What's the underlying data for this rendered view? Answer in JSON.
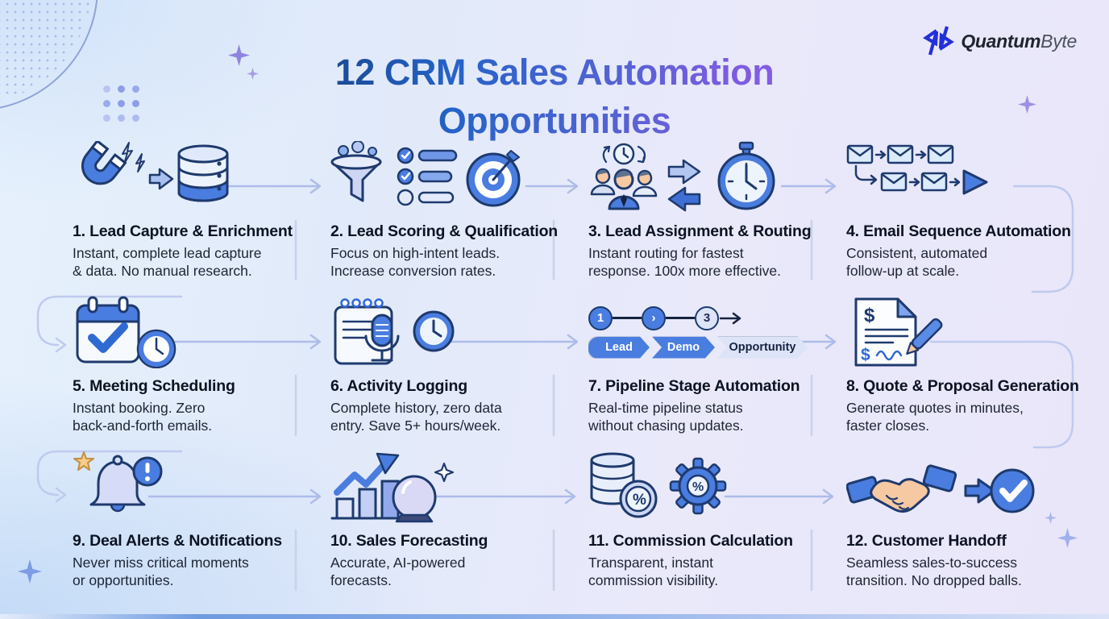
{
  "page": {
    "title": "12 CRM Sales Automation\nOpportunities"
  },
  "brand": {
    "name_bold": "Quantum",
    "name_light": "Byte",
    "logo_icon": "qb-monogram-icon"
  },
  "colors": {
    "title_gradient_start": "#143f7e",
    "title_gradient_mid": "#2563c8",
    "title_gradient_end": "#8f5fe8",
    "accent_blue": "#4a7de0",
    "outline_navy": "#1e3a6e",
    "connector_blue": "#adbce9",
    "background_left": "#e6f1fc",
    "background_right": "#e9e6f9",
    "logo_blue": "#2330d8"
  },
  "items": [
    {
      "icon": "magnet-database-icon",
      "title": "1. Lead Capture & Enrichment",
      "desc": "Instant, complete lead capture\n& data. No manual research."
    },
    {
      "icon": "funnel-checklist-target-icon",
      "title": "2. Lead Scoring & Qualification",
      "desc": "Focus on high-intent leads.\nIncrease conversion rates."
    },
    {
      "icon": "team-routing-stopwatch-icon",
      "title": "3. Lead Assignment & Routing",
      "desc": "Instant routing for fastest\nresponse. 100x more effective."
    },
    {
      "icon": "email-sequence-icon",
      "title": "4. Email Sequence Automation",
      "desc": "Consistent, automated\nfollow-up at scale."
    },
    {
      "icon": "calendar-check-clock-icon",
      "title": "5. Meeting Scheduling",
      "desc": "Instant booking. Zero\nback-and-forth emails."
    },
    {
      "icon": "notepad-microphone-clock-icon",
      "title": "6. Activity Logging",
      "desc": "Complete history, zero data\nentry. Save 5+ hours/week."
    },
    {
      "icon": "pipeline-stages-icon",
      "title": "7. Pipeline Stage Automation",
      "desc": "Real-time pipeline status\nwithout chasing updates.",
      "pipeline": {
        "steps": [
          "1",
          "›",
          "3"
        ],
        "stages": [
          "Lead",
          "Demo",
          "Opportunity"
        ]
      }
    },
    {
      "icon": "quote-document-pen-icon",
      "title": "8. Quote & Proposal Generation",
      "desc": "Generate quotes in minutes,\nfaster closes."
    },
    {
      "icon": "bell-alert-icon",
      "title": "9. Deal Alerts & Notifications",
      "desc": "Never miss critical moments\nor opportunities."
    },
    {
      "icon": "chart-crystal-ball-icon",
      "title": "10. Sales Forecasting",
      "desc": "Accurate, AI-powered\nforecasts."
    },
    {
      "icon": "coins-gear-percent-icon",
      "title": "11. Commission Calculation",
      "desc": "Transparent, instant\ncommission visibility."
    },
    {
      "icon": "handshake-check-icon",
      "title": "12. Customer Handoff",
      "desc": "Seamless sales-to-success\ntransition. No dropped balls."
    }
  ]
}
